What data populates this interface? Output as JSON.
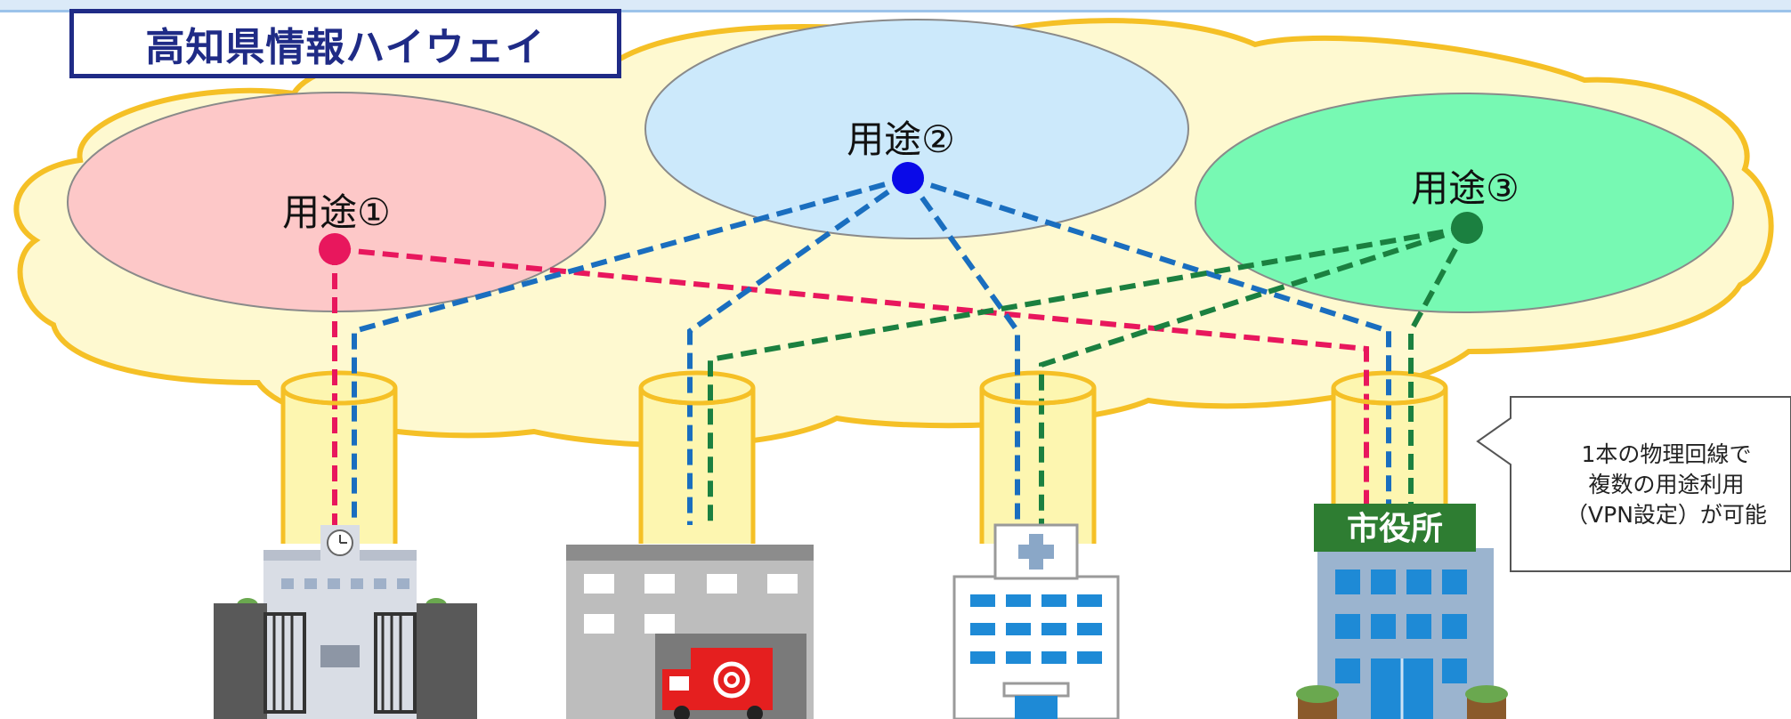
{
  "title": "高知県情報ハイウェイ",
  "usages": [
    {
      "label": "用途①",
      "color": "#e8175d",
      "fill": "#fdc8c8"
    },
    {
      "label": "用途②",
      "color": "#0a0ae8",
      "fill": "#cce9fb"
    },
    {
      "label": "用途③",
      "color": "#1b8040",
      "fill": "#77f9b3"
    }
  ],
  "line_colors": {
    "usage_1": "#e8175d",
    "usage_2": "#1a6ebf",
    "usage_3": "#1b8040"
  },
  "cloud_color": "#fef9d0",
  "cloud_outline": "#f5c026",
  "buildings": [
    {
      "type": "school",
      "icon": "school-icon"
    },
    {
      "type": "fire-station",
      "icon": "fire-station-icon"
    },
    {
      "type": "hospital",
      "icon": "hospital-icon"
    },
    {
      "type": "city-hall",
      "icon": "city-hall-icon",
      "sign": "市役所"
    }
  ],
  "callout": {
    "text": "1本の物理回線で\n複数の用途利用\n（VPN設定）が可能"
  }
}
